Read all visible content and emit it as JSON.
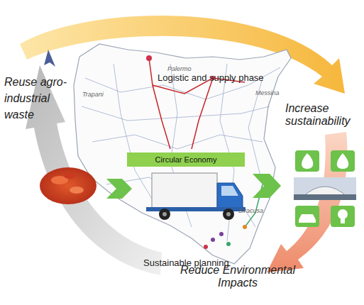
{
  "diagram": {
    "nodes": [
      {
        "text": [
          "Circular Economy"
        ]
      }
    ],
    "labels": [
      "Logistic and supply phase",
      "Reuse agro-industrial waste",
      "Increase sustainability",
      "Sustainable planning",
      "Reduce Environmental Impacts",
      "Trapani",
      "Palermo",
      "Messina",
      "Siracusa"
    ]
  }
}
